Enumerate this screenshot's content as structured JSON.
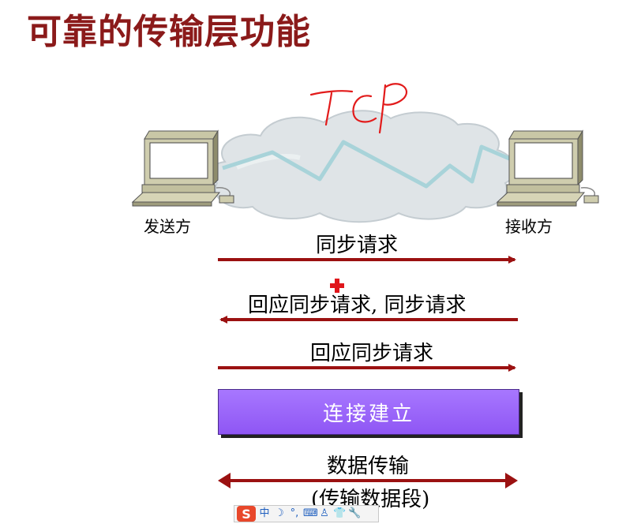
{
  "slide": {
    "title": "可靠的传输层功能",
    "handwriting": "TCP",
    "sender_label": "发送方",
    "receiver_label": "接收方",
    "steps": [
      {
        "label": "同步请求",
        "direction": "right"
      },
      {
        "label": "回应同步请求, 同步请求",
        "direction": "left"
      },
      {
        "label": "回应同步请求",
        "direction": "right"
      }
    ],
    "established_label": "连接建立",
    "data_transfer_line1": "数据传输",
    "data_transfer_line2": "(传输数据段)"
  },
  "ime_toolbar": {
    "logo": "S",
    "mode": "中",
    "items": [
      {
        "icon": "moon-icon",
        "glyph": "☽"
      },
      {
        "icon": "punctuation-icon",
        "glyph": "°,"
      },
      {
        "icon": "keyboard-icon",
        "glyph": "⌨"
      },
      {
        "icon": "user-icon",
        "glyph": "♙"
      },
      {
        "icon": "shirt-icon",
        "glyph": "👕"
      },
      {
        "icon": "wrench-icon",
        "glyph": "🔧"
      }
    ]
  },
  "colors": {
    "title": "#8b1a1a",
    "arrow": "#9b1111",
    "box": "#9a66ff",
    "handwriting": "#e21b1b",
    "cloud": "#dde3e6",
    "link": "#a9d6dc"
  }
}
